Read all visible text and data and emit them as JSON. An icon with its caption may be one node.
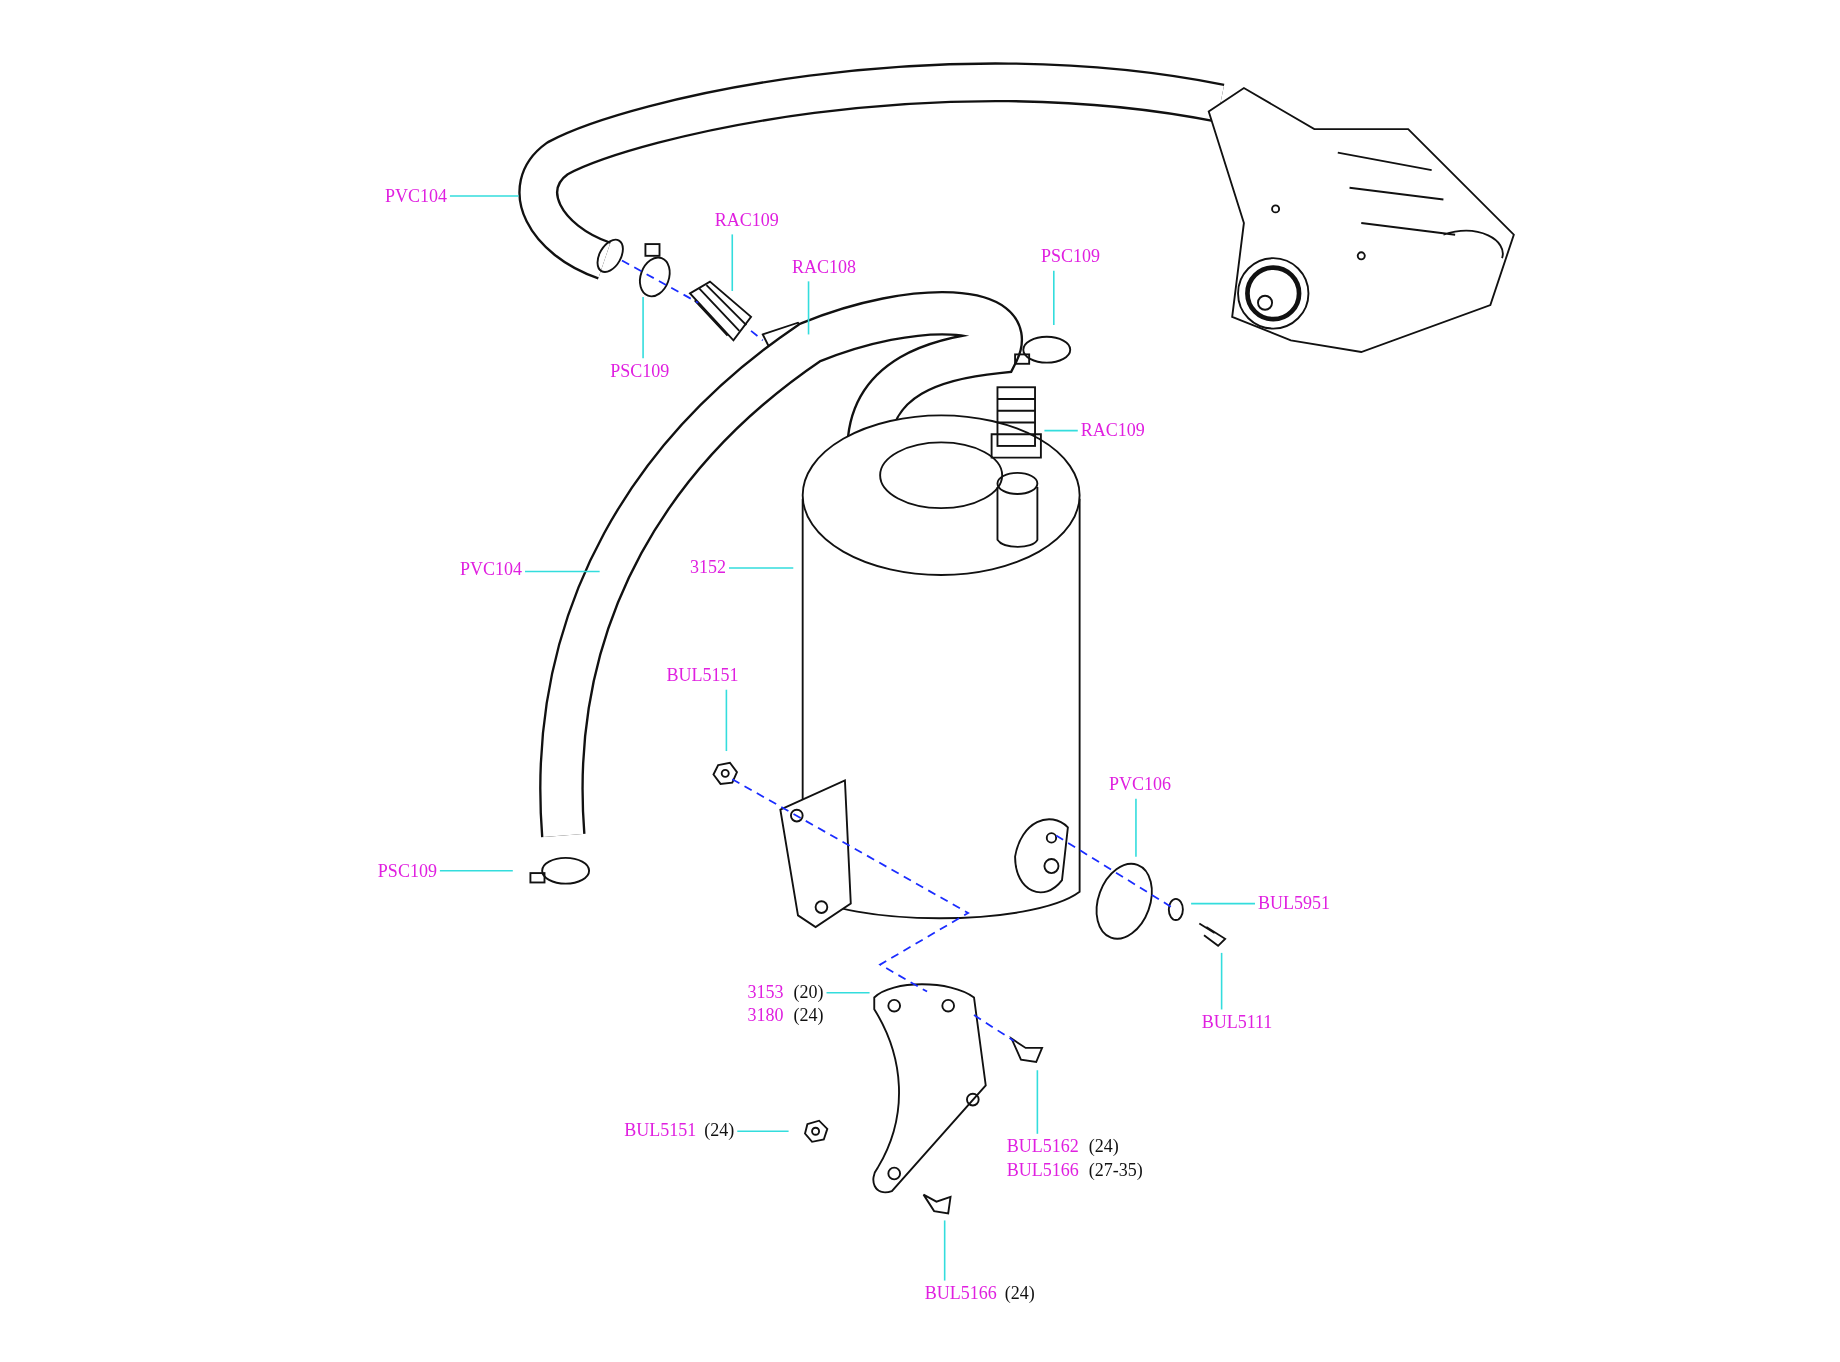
{
  "diagram": {
    "nodes": [
      {
        "text": [
          "PVC104"
        ]
      },
      {
        "text": [
          "RAC109"
        ]
      },
      {
        "text": [
          "RAC108"
        ]
      },
      {
        "text": [
          "PSC109"
        ]
      },
      {
        "text": [
          "PSC109"
        ]
      },
      {
        "text": [
          "RAC109"
        ]
      },
      {
        "text": [
          "3152"
        ]
      },
      {
        "text": [
          "PVC104"
        ]
      },
      {
        "text": [
          "BUL5151"
        ]
      },
      {
        "text": [
          "PVC106"
        ]
      },
      {
        "text": [
          "PSC109"
        ]
      },
      {
        "text": [
          "BUL5951"
        ]
      },
      {
        "text": [
          "3153",
          "(20)",
          "3180",
          "(24)"
        ]
      },
      {
        "text": [
          "BUL5111"
        ]
      },
      {
        "text": [
          "BUL5151",
          "(24)"
        ]
      },
      {
        "text": [
          "BUL5162",
          "(24)",
          "BUL5166",
          "(27-35)"
        ]
      },
      {
        "text": [
          "BUL5166",
          "(24)"
        ]
      }
    ],
    "edges": [
      {
        "from": 0,
        "to": null,
        "arrow": "none"
      },
      {
        "from": 1,
        "to": null,
        "arrow": "none"
      },
      {
        "from": 2,
        "to": null,
        "arrow": "none"
      },
      {
        "from": 3,
        "to": null,
        "arrow": "none"
      },
      {
        "from": 4,
        "to": null,
        "arrow": "none"
      },
      {
        "from": 5,
        "to": null,
        "arrow": "none"
      },
      {
        "from": 6,
        "to": null,
        "arrow": "none"
      },
      {
        "from": 7,
        "to": null,
        "arrow": "none"
      },
      {
        "from": 8,
        "to": null,
        "arrow": "none"
      },
      {
        "from": 9,
        "to": null,
        "arrow": "none"
      },
      {
        "from": 10,
        "to": null,
        "arrow": "none"
      },
      {
        "from": 11,
        "to": null,
        "arrow": "none"
      },
      {
        "from": 12,
        "to": null,
        "arrow": "none"
      },
      {
        "from": 13,
        "to": null,
        "arrow": "none"
      },
      {
        "from": 14,
        "to": null,
        "arrow": "none"
      },
      {
        "from": 15,
        "to": null,
        "arrow": "none"
      },
      {
        "from": 16,
        "to": null,
        "arrow": "none"
      }
    ]
  }
}
